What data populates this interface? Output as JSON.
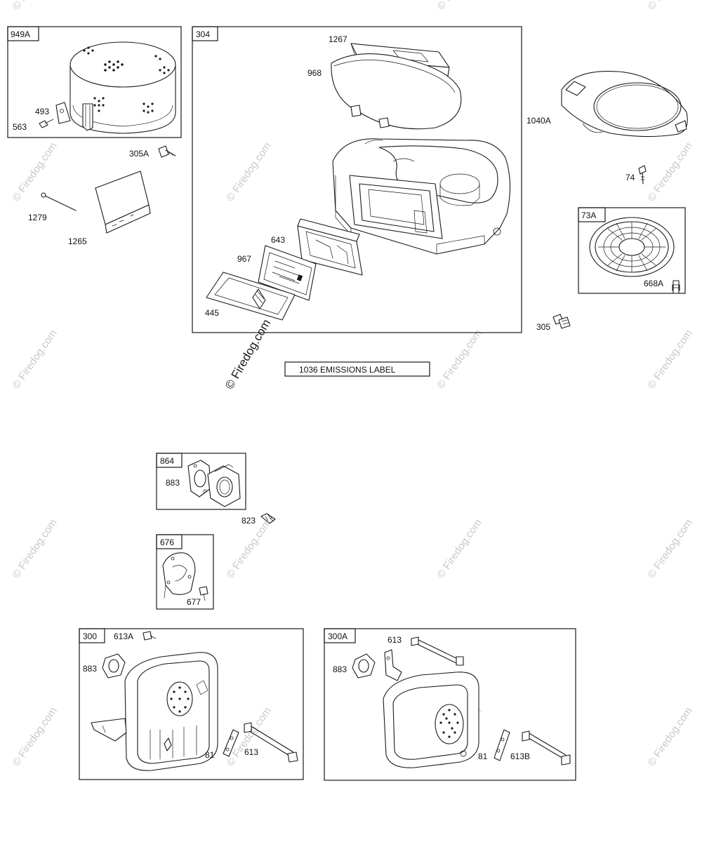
{
  "watermark": "© Firedog.com",
  "boxes": {
    "air_cleaner_cover": "949A",
    "blower_housing": "304",
    "rotating_screen": "73A",
    "gasket_kit_a": "864",
    "deflector": "676",
    "muffler_a": "300",
    "muffler_b": "300A"
  },
  "labels": {
    "p493": "493",
    "p563": "563",
    "p305A": "305A",
    "p1279": "1279",
    "p1265": "1265",
    "p1267": "1267",
    "p968": "968",
    "p643": "643",
    "p967": "967",
    "p445": "445",
    "p1040A": "1040A",
    "p74": "74",
    "p668A": "668A",
    "p305": "305",
    "p883a": "883",
    "p823": "823",
    "p677": "677",
    "p613A": "613A",
    "p883b": "883",
    "p81a": "81",
    "p613a": "613",
    "p613b": "613",
    "p883c": "883",
    "p81b": "81",
    "p613B": "613B"
  },
  "emissions_label": "1036 EMISSIONS LABEL"
}
